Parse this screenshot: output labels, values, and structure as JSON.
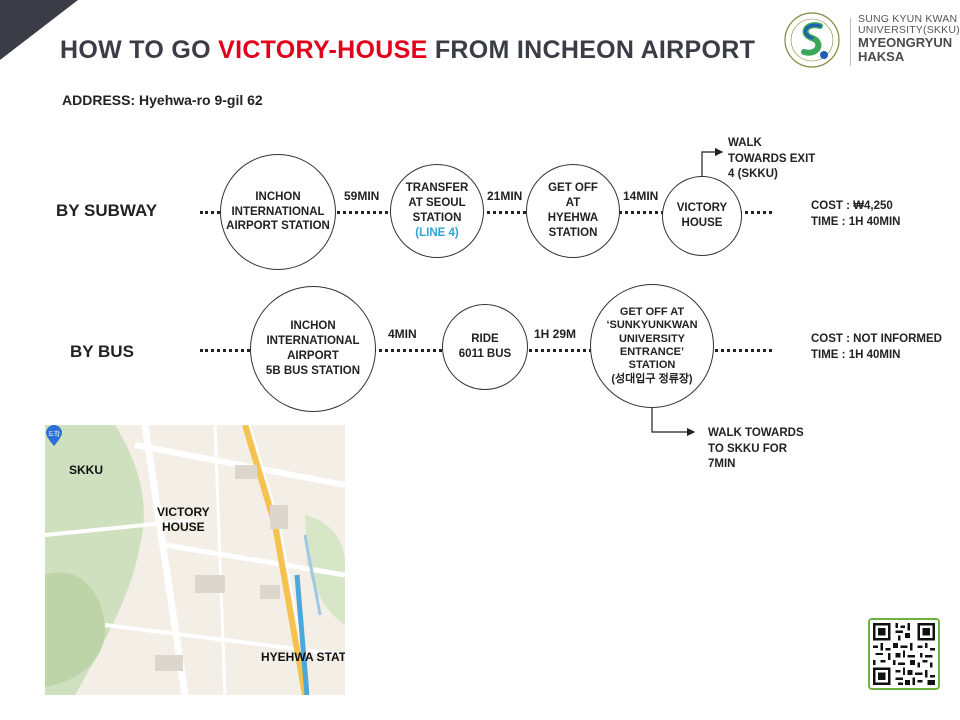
{
  "title": {
    "prefix": "HOW TO GO ",
    "highlight": "VICTORY-HOUSE",
    "suffix": " FROM INCHEON AIRPORT",
    "highlight_color": "#e2001a"
  },
  "address": "ADDRESS: Hyehwa-ro 9-gil 62",
  "logo": {
    "line1": "SUNG KYUN KWAN",
    "line2": "UNIVERSITY(SKKU)",
    "line3": "MYEONGRYUN",
    "line4": "HAKSA"
  },
  "subway": {
    "label": "BY SUBWAY",
    "stops": [
      {
        "lines": [
          "INCHON",
          "INTERNATIONAL",
          "AIRPORT STATION"
        ]
      },
      {
        "lines": [
          "TRANSFER",
          "AT SEOUL",
          "STATION"
        ],
        "extra": "(LINE 4)"
      },
      {
        "lines": [
          "GET OFF",
          "AT",
          "HYEHWA",
          "STATION"
        ]
      },
      {
        "lines": [
          "VICTORY",
          "HOUSE"
        ]
      }
    ],
    "durations": [
      "59MIN",
      "21MIN",
      "14MIN"
    ],
    "walk_note": [
      "WALK",
      "TOWARDS EXIT",
      "4 (SKKU)"
    ],
    "cost": "COST : ₩4,250",
    "time": "TIME : 1H 40MIN"
  },
  "bus": {
    "label": "BY BUS",
    "stops": [
      {
        "lines": [
          "INCHON",
          "INTERNATIONAL",
          "AIRPORT",
          "5B BUS STATION"
        ]
      },
      {
        "lines": [
          "RIDE",
          "6011 BUS"
        ]
      },
      {
        "lines": [
          "GET OFF AT",
          "‘SUNKYUNKWAN",
          "UNIVERSITY",
          "ENTRANCE’",
          "STATION",
          "(성대입구 정류장)"
        ]
      }
    ],
    "durations": [
      "4MIN",
      "1H 29M"
    ],
    "walk_note": [
      "WALK TOWARDS",
      "TO SKKU FOR",
      "7MIN"
    ],
    "cost": "COST : NOT INFORMED",
    "time": "TIME : 1H 40MIN"
  },
  "map": {
    "skku": "SKKU",
    "victory": [
      "VICTORY",
      "HOUSE"
    ],
    "hyehwa": "HYEHWA STATION",
    "pin_text": "도착",
    "pin_color": "#2d6fd8"
  },
  "colors": {
    "heading": "#3a3d45",
    "accent_blue": "#2fa3d6",
    "qr_border": "#6db33f"
  }
}
